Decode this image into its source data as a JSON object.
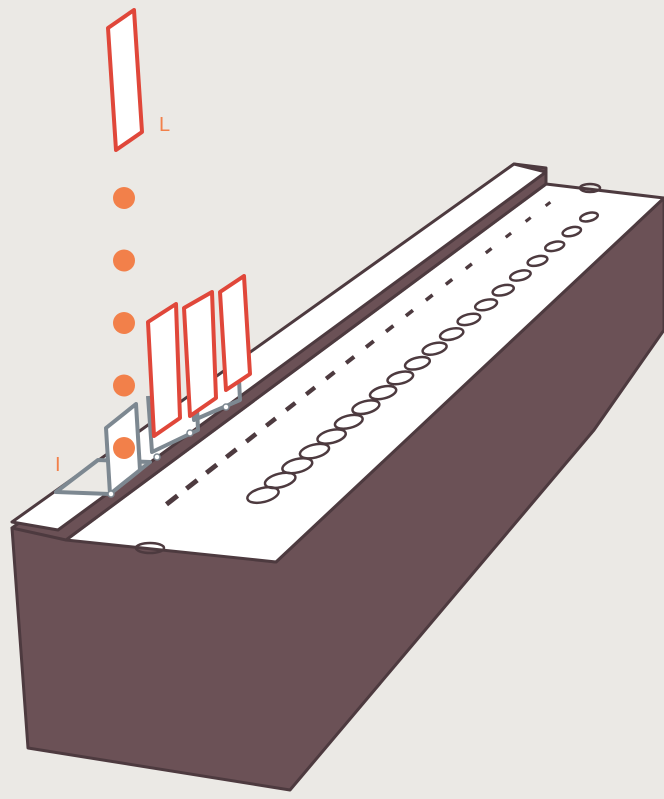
{
  "diagram": {
    "labels": {
      "top_label": "L",
      "bottom_label": "I"
    },
    "dot_count": 5,
    "raised_panel_count": 3,
    "slot_count": 20,
    "hole_count": 20,
    "colors": {
      "background": "#ebe9e5",
      "body": "#6b5156",
      "outline": "#4d3a3f",
      "top_surface": "#ffffff",
      "accent_red": "#e0473a",
      "dot_orange": "#f2804a",
      "bracket_gray": "#7d8891",
      "label_orange": "#f2804a"
    }
  }
}
